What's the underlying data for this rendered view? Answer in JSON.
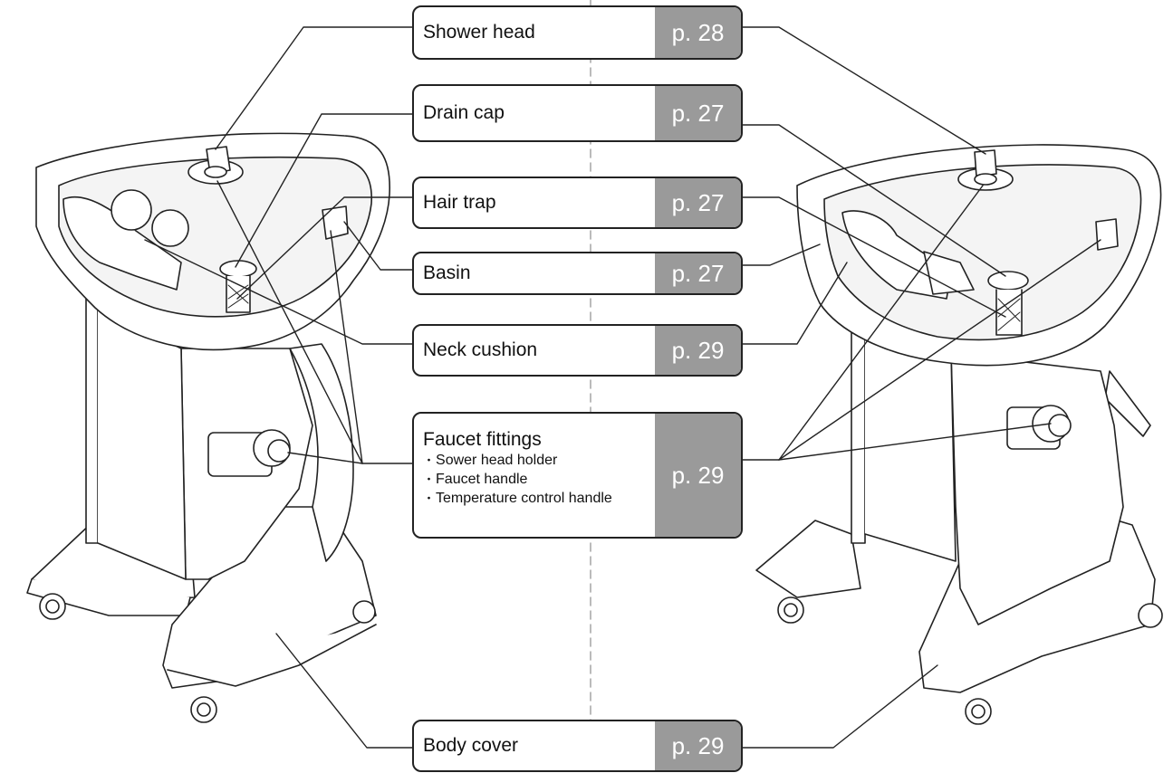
{
  "callouts": [
    {
      "id": "shower-head",
      "label": "Shower head",
      "page": "p. 28"
    },
    {
      "id": "drain-cap",
      "label": "Drain cap",
      "page": "p. 27"
    },
    {
      "id": "hair-trap",
      "label": "Hair trap",
      "page": "p. 27"
    },
    {
      "id": "basin",
      "label": "Basin",
      "page": "p. 27"
    },
    {
      "id": "neck-cushion",
      "label": "Neck cushion",
      "page": "p. 29"
    },
    {
      "id": "faucet-fittings",
      "label": "Faucet fittings",
      "page": "p. 29",
      "items": [
        "Sower head holder",
        "Faucet handle",
        "Temperature control handle"
      ]
    },
    {
      "id": "body-cover",
      "label": "Body cover",
      "page": "p. 29"
    }
  ],
  "colors": {
    "page_badge": "#9a9a9a",
    "line": "#222222",
    "dashed_divider": "#aaaaaa"
  }
}
